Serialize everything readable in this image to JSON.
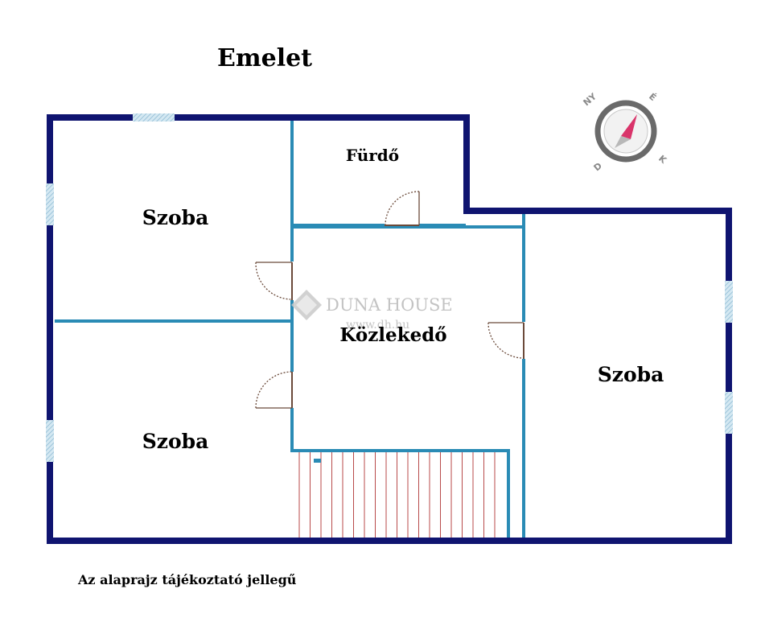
{
  "title": "Emelet",
  "rooms": {
    "szoba_top_left": "Szoba",
    "szoba_bottom_left": "Szoba",
    "szoba_right": "Szoba",
    "furdo": "Fürdő",
    "kozlekedo": "Közlekedő"
  },
  "compass": {
    "ny": "NY",
    "e": "É",
    "k": "K",
    "d": "D"
  },
  "watermark": {
    "brand": "DUNA HOUSE",
    "url": "www.dh.hu"
  },
  "disclaimer": "Az alaprajz tájékoztató jellegű",
  "colors": {
    "outer_wall": "#0f1470",
    "inner_wall": "#2a8bb5",
    "window": "#a9cfe3",
    "door_swing": "#6b4a3a",
    "stairs": "#b84a4a",
    "compass_needle": "#d9346a"
  }
}
